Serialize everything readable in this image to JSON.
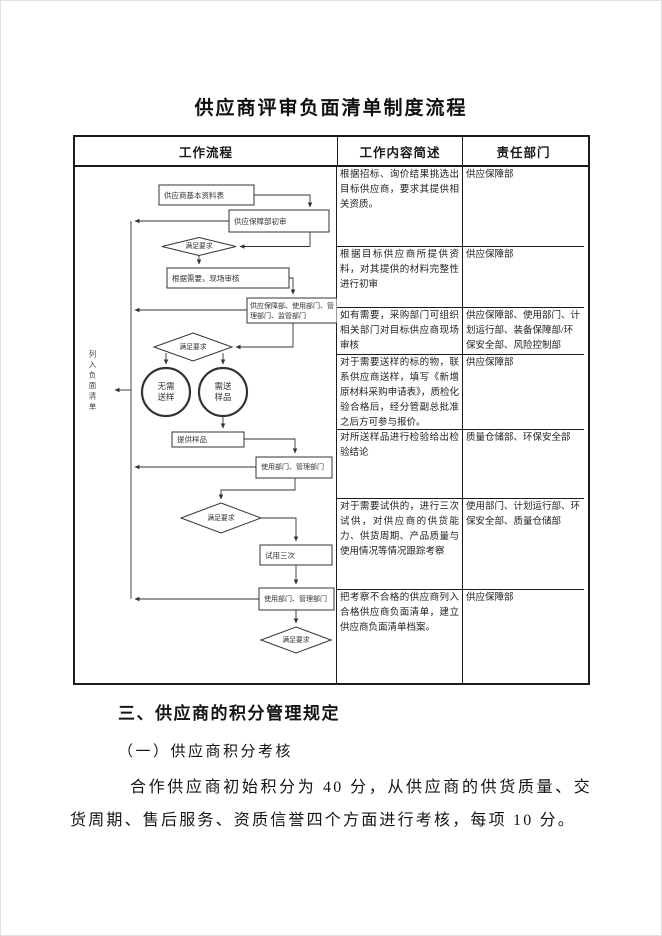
{
  "page": {
    "title": "供应商评审负面清单制度流程"
  },
  "table": {
    "headers": {
      "process": "工作流程",
      "description": "工作内容简述",
      "department": "责任部门"
    },
    "rows": [
      {
        "description": "根据招标、询价结果挑选出目标供应商，要求其提供相关资质。",
        "department": "供应保障部"
      },
      {
        "description": "根据目标供应商所提供资料，对其提供的材料完整性进行初审",
        "department": "供应保障部"
      },
      {
        "description": "如有需要，采购部门可组织相关部门对目标供应商现场审核",
        "department": "供应保障部、使用部门、计划运行部、装备保障部/环保安全部、风险控制部"
      },
      {
        "description": "对于需要送样的标的物，联系供应商送样，填写《新增原材料采购申请表》，质检化验合格后，经分管副总批准之后方可参与报价。",
        "department": "供应保障部"
      },
      {
        "description": "对所送样品进行检验给出检验结论",
        "department": "质量仓储部、环保安全部"
      },
      {
        "description": "对于需要试供的，进行三次试供，对供应商的供货能力、供货周期、产品质量与使用情况等情况跟踪考察",
        "department": "使用部门、计划运行部、环保安全部、质量仓储部"
      },
      {
        "description": "把考察不合格的供应商列入合格供应商负面清单，建立供应商负面清单档案。",
        "department": "供应保障部"
      }
    ]
  },
  "flowchart": {
    "nodes": {
      "basic_info_form": "供应商基本资料表",
      "initial_review": "供应保障部初审",
      "decision1": "满足要求",
      "site_audit": "根据需要，现场审核",
      "dept_review": "供应保障部、使用部门、管理部门、监管部门",
      "decision2": "满足要求",
      "no_sample": "无需\n送样",
      "need_sample": "需送\n样品",
      "provide_sample": "提供样品",
      "use_mgmt_1": "使用部门、管理部门",
      "decision3": "满足要求",
      "trial": "试用三次",
      "use_mgmt_2": "使用部门、管理部门",
      "decision4": "满足要求",
      "negative_list": "列入负面清单"
    }
  },
  "section": {
    "heading": "三、供应商的积分管理规定",
    "subheading": "（一）供应商积分考核",
    "paragraph": "合作供应商初始积分为 40 分，从供应商的供货质量、交货周期、售后服务、资质信誉四个方面进行考核，每项 10 分。"
  }
}
